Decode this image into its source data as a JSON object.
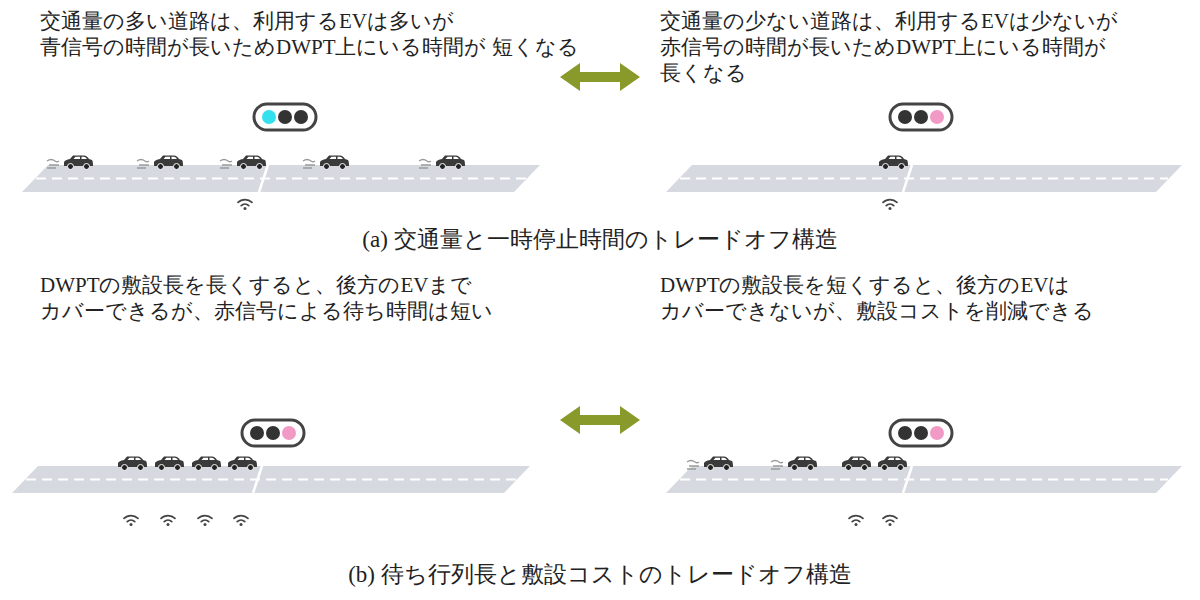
{
  "diagram": {
    "labels": [
      "交通量の多い道路は、利用するEVは多いが 青信号の時間が長いためDWPT上にいる時間が 短くなる",
      "交通量の少ない道路は、利用するEVは少ないが 赤信号の時間が長いためDWPT上にいる時間が 長くなる",
      "(a) 交通量と一時停止時間のトレードオフ構造",
      "DWPTの敷設長を長くすると、後方のEVまで カバーできるが、赤信号による待ち時間は短い",
      "DWPTの敷設長を短くすると、後方のEVは カバーできないが、敷設コストを削減できる",
      "(b) 待ち行列長と敷設コストのトレードオフ構造"
    ]
  }
}
